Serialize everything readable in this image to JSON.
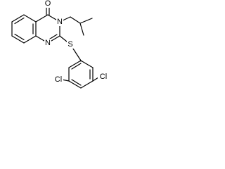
{
  "molecule": {
    "atoms": {
      "oxygen": "O",
      "n3": "N",
      "n1": "N",
      "sulfur": "S",
      "cl_ortho": "Cl",
      "cl_para": "Cl"
    },
    "bond_color": "#000000",
    "label_color": "#000000",
    "background": "#ffffff"
  }
}
